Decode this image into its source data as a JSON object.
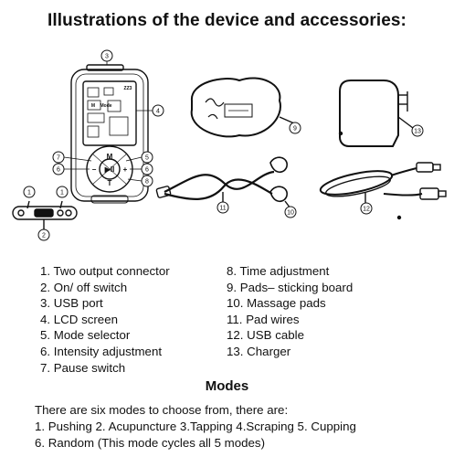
{
  "title": "Illustrations of the device and accessories:",
  "device": {
    "callouts": [
      "1",
      "2",
      "3",
      "4",
      "5",
      "6",
      "7",
      "8",
      "9",
      "10",
      "11",
      "12",
      "13"
    ],
    "button_labels": {
      "mode": "M",
      "minus": "−",
      "plus": "+",
      "pause": "▶II",
      "time": "T"
    },
    "screen_text": [
      "ZZ3",
      "M",
      "Mode"
    ]
  },
  "legend_left": [
    "1. Two output connector",
    "2. On/ off switch",
    "3. USB port",
    "4. LCD screen",
    "5. Mode selector",
    "6. Intensity adjustment",
    "7. Pause switch"
  ],
  "legend_right": [
    "8. Time adjustment",
    "9. Pads– sticking board",
    "10. Massage pads",
    "11. Pad wires",
    "12. USB cable",
    "13. Charger"
  ],
  "modes": {
    "heading": "Modes",
    "intro": "There are six modes to choose from, there are:",
    "line1": "1. Pushing  2. Acupuncture  3.Tapping  4.Scraping  5. Cupping",
    "line2": "6. Random (This mode cycles all 5 modes)"
  }
}
